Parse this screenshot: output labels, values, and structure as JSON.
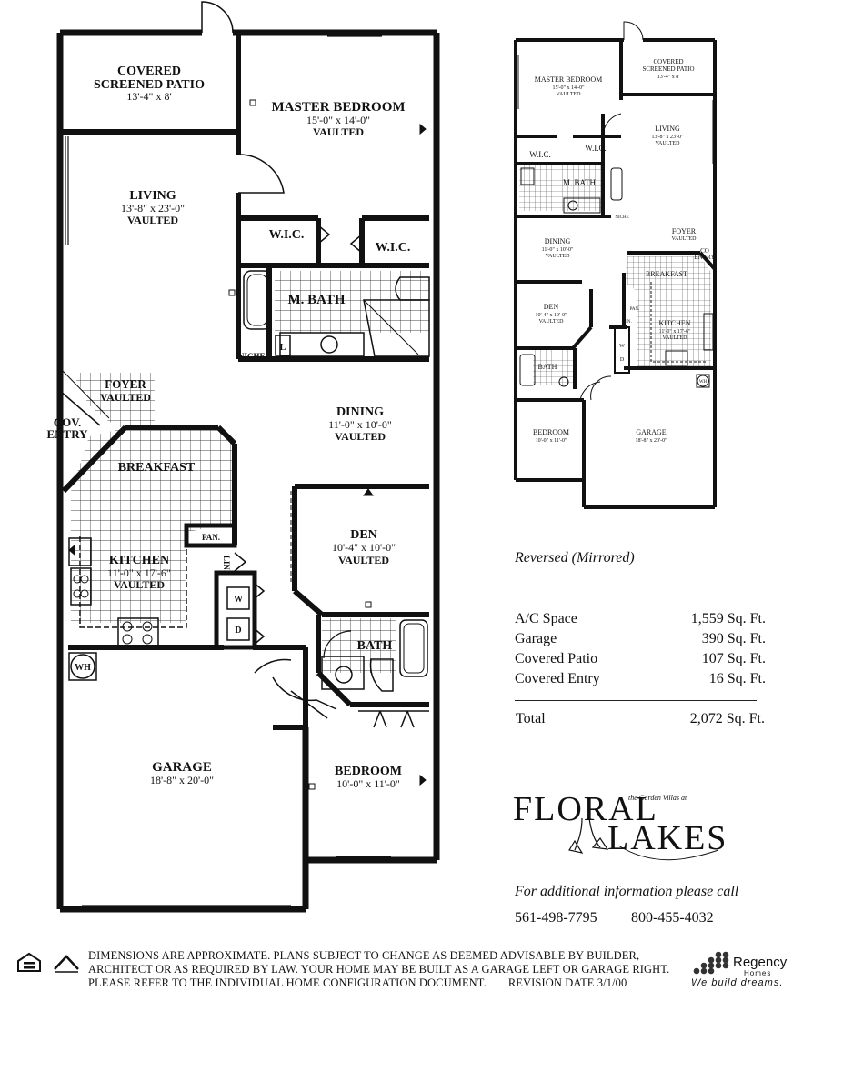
{
  "main_plan": {
    "covered_patio": {
      "name": "COVERED",
      "name2": "SCREENED PATIO",
      "dims": "13'-4\" x 8'"
    },
    "master_bedroom": {
      "name": "MASTER BEDROOM",
      "dims": "15'-0\" x 14'-0\"",
      "note": "VAULTED"
    },
    "living": {
      "name": "LIVING",
      "dims": "13'-8\" x 23'-0\"",
      "note": "VAULTED"
    },
    "wic_left": "W.I.C.",
    "wic_right": "W.I.C.",
    "master_bath": "M. BATH",
    "niche": "NICHE",
    "linen_l": "L",
    "foyer": {
      "name": "FOYER",
      "note": "VAULTED"
    },
    "cov_entry": {
      "name": "COV.",
      "name2": "ENTRY"
    },
    "dining": {
      "name": "DINING",
      "dims": "11'-0\" x 10'-0\"",
      "note": "VAULTED"
    },
    "breakfast": "BREAKFAST",
    "pantry": "PAN.",
    "linen": "LIN.",
    "kitchen": {
      "name": "KITCHEN",
      "dims": "11'-0\" x 17'-6\"",
      "note": "VAULTED"
    },
    "washer": "W",
    "dryer": "D",
    "den": {
      "name": "DEN",
      "dims": "10'-4\" x 10'-0\"",
      "note": "VAULTED"
    },
    "bath": "BATH",
    "water_heater": "WH",
    "garage": {
      "name": "GARAGE",
      "dims": "18'-8\" x 20'-0\""
    },
    "bedroom": {
      "name": "BEDROOM",
      "dims": "10'-0\" x 11'-0\""
    }
  },
  "mini_plan": {
    "master_bedroom": {
      "name": "MASTER BEDROOM",
      "dims": "15'-0\" x 14'-0\"",
      "note": "VAULTED"
    },
    "covered_patio": {
      "name": "COVERED",
      "name2": "SCREENED PATIO",
      "dims": "13'-4\" x 8'"
    },
    "living": {
      "name": "LIVING",
      "dims": "13'-8\" x 23'-0\"",
      "note": "VAULTED"
    },
    "wic_left": "W.I.C.",
    "wic_right": "W.I.C.",
    "master_bath": "M. BATH",
    "niche": "NICHE",
    "foyer": {
      "name": "FOYER",
      "note": "VAULTED"
    },
    "cov_entry": {
      "name": "CO",
      "name2": "ENTRY"
    },
    "dining": {
      "name": "DINING",
      "dims": "11'-0\" x 10'-0\"",
      "note": "VAULTED"
    },
    "breakfast": "BREAKFAST",
    "den": {
      "name": "DEN",
      "dims": "10'-4\" x 10'-0\"",
      "note": "VAULTED"
    },
    "pantry": "PAN.",
    "linen": "LIN.",
    "kitchen": {
      "name": "KITCHEN",
      "dims": "11'-0\" x 17'-6\"",
      "note": "VAULTED"
    },
    "washer": "W",
    "dryer": "D",
    "bath": "BATH",
    "water_heater": "WH",
    "bedroom": {
      "name": "BEDROOM",
      "dims": "10'-0\" x 11'-0\""
    },
    "garage": {
      "name": "GARAGE",
      "dims": "18'-8\" x 20'-0\""
    }
  },
  "reversed_label": "Reversed (Mirrored)",
  "areas": [
    {
      "label": "A/C Space",
      "value": "1,559 Sq. Ft."
    },
    {
      "label": "Garage",
      "value": "390 Sq. Ft."
    },
    {
      "label": "Covered Patio",
      "value": "107 Sq. Ft."
    },
    {
      "label": "Covered Entry",
      "value": "16 Sq. Ft."
    }
  ],
  "total": {
    "label": "Total",
    "value": "2,072 Sq. Ft."
  },
  "brand": {
    "pre": "the Garden Villas at",
    "line1": "FLORAL",
    "line2": "LAKES"
  },
  "info_text": "For additional information please call",
  "phone_1": "561-498-7795",
  "phone_2": "800-455-4032",
  "disclaimer": {
    "line1": "DIMENSIONS ARE APPROXIMATE. PLANS SUBJECT TO CHANGE AS DEEMED ADVISABLE BY BUILDER,",
    "line2": "ARCHITECT OR AS REQUIRED BY LAW. YOUR HOME MAY BE BUILT AS A GARAGE LEFT OR GARAGE RIGHT.",
    "line3": "PLEASE REFER TO THE INDIVIDUAL HOME CONFIGURATION DOCUMENT.",
    "revision": "REVISION DATE  3/1/00"
  },
  "builder": {
    "name": "Regency",
    "sub": "Homes",
    "slogan": "We build dreams."
  },
  "colors": {
    "ink": "#111111",
    "tile": "#555555",
    "paper": "#ffffff"
  }
}
